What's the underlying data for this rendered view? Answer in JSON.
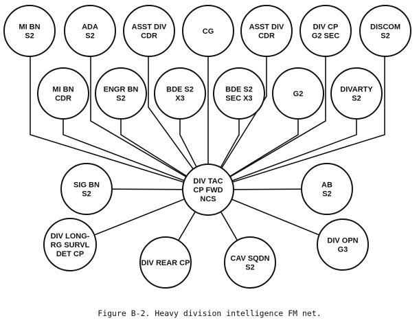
{
  "hub": {
    "id": "ncs",
    "lines": [
      "DIV TAC",
      "CP FWD",
      "NCS"
    ]
  },
  "nodes": [
    {
      "id": "mi-bn-s2",
      "lines": [
        "MI BN",
        "S2"
      ]
    },
    {
      "id": "ada-s2",
      "lines": [
        "ADA",
        "S2"
      ]
    },
    {
      "id": "asst-div-cdr-1",
      "lines": [
        "ASST DIV",
        "CDR"
      ]
    },
    {
      "id": "cg",
      "lines": [
        "CG"
      ]
    },
    {
      "id": "asst-div-cdr-2",
      "lines": [
        "ASST DIV",
        "CDR"
      ]
    },
    {
      "id": "div-cp-g2-sec",
      "lines": [
        "DIV CP",
        "G2 SEC"
      ]
    },
    {
      "id": "discom-s2",
      "lines": [
        "DISCOM",
        "S2"
      ]
    },
    {
      "id": "mi-bn-cdr",
      "lines": [
        "MI BN",
        "CDR"
      ]
    },
    {
      "id": "engr-bn-s2",
      "lines": [
        "ENGR BN",
        "S2"
      ]
    },
    {
      "id": "bde-s2-x3",
      "lines": [
        "BDE S2",
        "X3"
      ]
    },
    {
      "id": "bde-s2-sec-x3",
      "lines": [
        "BDE S2",
        "SEC X3"
      ]
    },
    {
      "id": "g2",
      "lines": [
        "G2"
      ]
    },
    {
      "id": "divarty-s2",
      "lines": [
        "DIVARTY",
        "S2"
      ]
    },
    {
      "id": "sig-bn-s2",
      "lines": [
        "SIG BN",
        "S2"
      ]
    },
    {
      "id": "ab-s2",
      "lines": [
        "AB",
        "S2"
      ]
    },
    {
      "id": "div-long-rg-survl",
      "lines": [
        "DIV LONG-",
        "RG SURVL",
        "DET CP"
      ]
    },
    {
      "id": "div-rear-cp",
      "lines": [
        "DIV REAR CP"
      ]
    },
    {
      "id": "cav-sqdn-s2",
      "lines": [
        "CAV SQDN",
        "S2"
      ]
    },
    {
      "id": "div-opn-g3",
      "lines": [
        "DIV OPN",
        "G3"
      ]
    }
  ],
  "caption": "Figure B-2. Heavy division intelligence FM net."
}
